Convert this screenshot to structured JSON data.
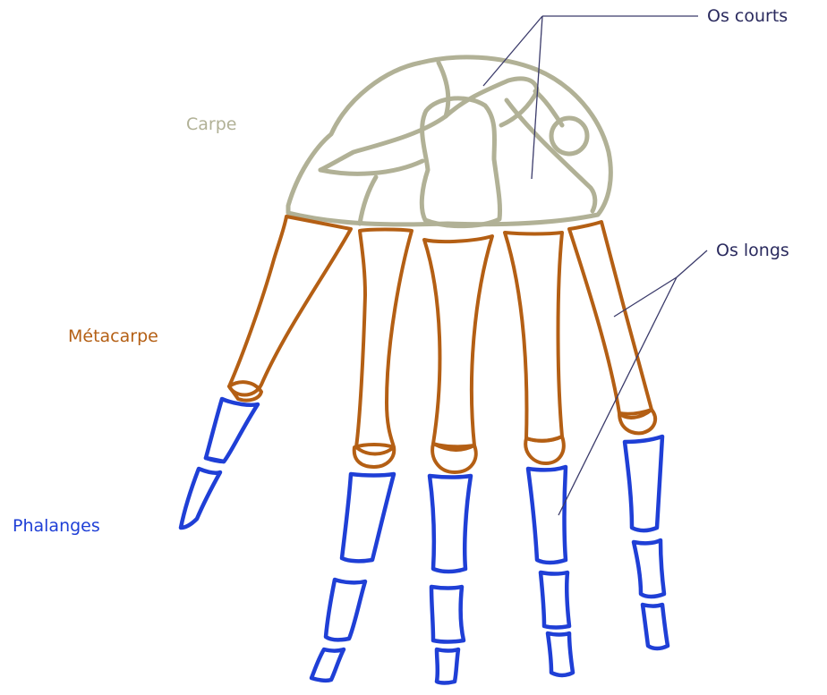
{
  "labels": {
    "os_courts": "Os courts",
    "carpe": "Carpe",
    "os_longs": "Os longs",
    "metacarpe": "Métacarpe",
    "phalanges": "Phalanges"
  },
  "colors": {
    "carpe": "#b1b196",
    "metacarpe": "#b45f14",
    "phalanges": "#1f3fd6",
    "annotation": "#2a2a5e"
  }
}
